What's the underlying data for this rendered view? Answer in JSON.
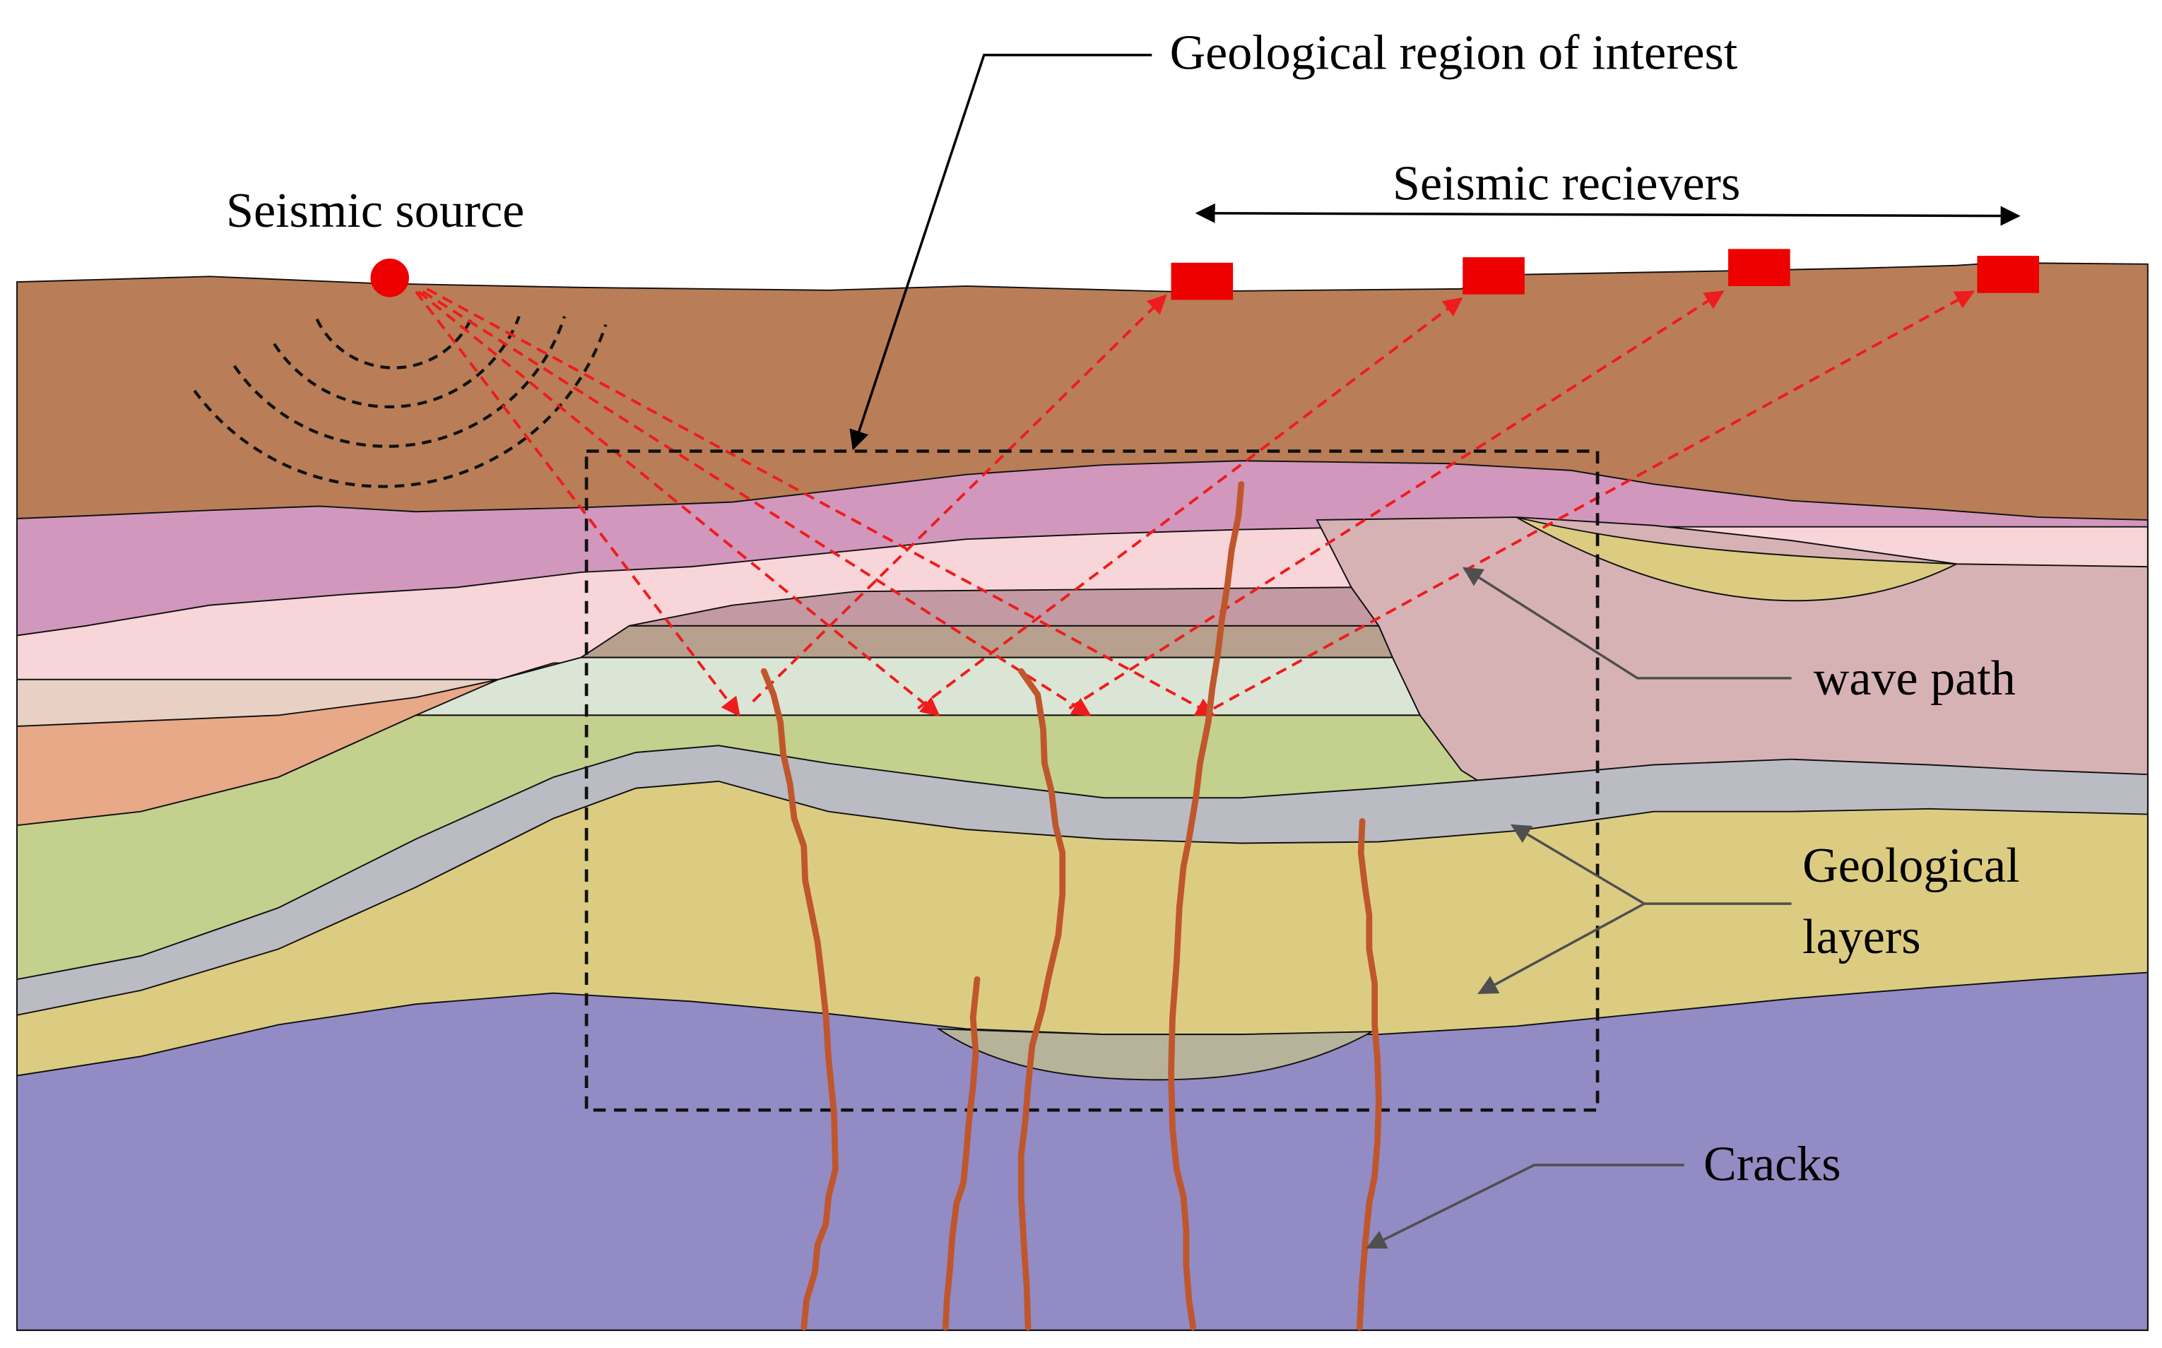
{
  "labels": {
    "region": "Geological region of interest",
    "source": "Seismic source",
    "receivers": "Seismic recievers",
    "wave_path": "wave path",
    "layers_line1": "Geological",
    "layers_line2": "layers",
    "cracks": "Cracks"
  },
  "colors": {
    "overburden": "#b97e57",
    "magenta_layer": "#d297bd",
    "light_pink_layer": "#f8d5d8",
    "salmon_layer": "#e8a988",
    "tan_layer": "#b8a08f",
    "mauve_layer": "#c39aa3",
    "pale_green_layer": "#dbe5d5",
    "green_layer": "#c4d08d",
    "grey_band": "#bbbbc3",
    "sand_layer": "#dccc82",
    "fault_block": "#d7b2b5",
    "basement": "#938bc4",
    "lens": "#b7b39a",
    "cracks": "#c0562c",
    "rays": "#ee1c1c",
    "source_receivers": "#ee0000",
    "leader_grey": "#4f4f4f"
  },
  "icons": {
    "source": "red-dot",
    "receivers": "red-rectangle"
  }
}
